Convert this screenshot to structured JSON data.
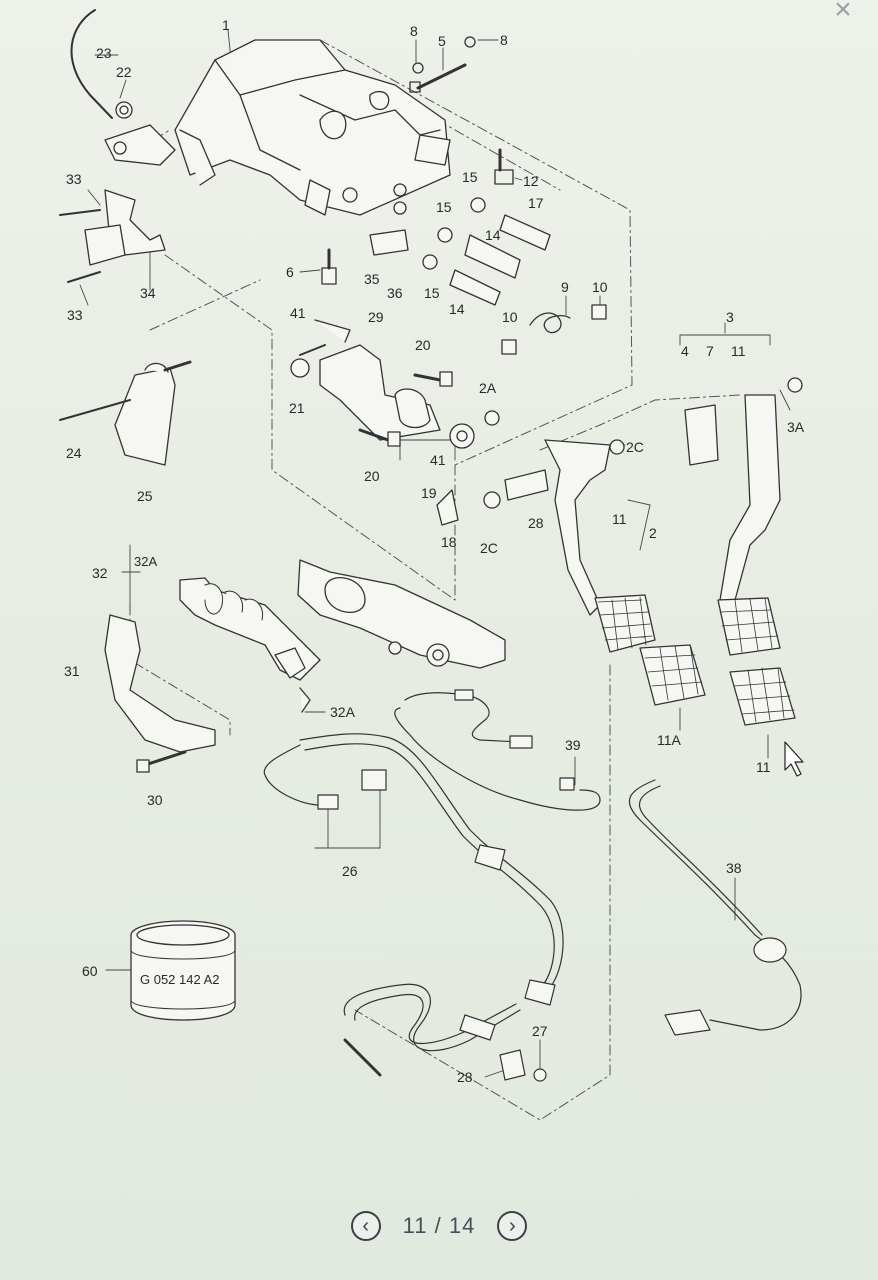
{
  "viewer": {
    "page_indicator": "11 / 14",
    "prev_icon": "chevron-left-icon",
    "next_icon": "chevron-right-icon",
    "close_icon": "close-icon"
  },
  "diagram": {
    "labels": [
      {
        "id": "1",
        "text": "1"
      },
      {
        "id": "5",
        "text": "5"
      },
      {
        "id": "8a",
        "text": "8"
      },
      {
        "id": "8b",
        "text": "8"
      },
      {
        "id": "23",
        "text": "23"
      },
      {
        "id": "22",
        "text": "22"
      },
      {
        "id": "12",
        "text": "12"
      },
      {
        "id": "15a",
        "text": "15"
      },
      {
        "id": "15b",
        "text": "15"
      },
      {
        "id": "17",
        "text": "17"
      },
      {
        "id": "14a",
        "text": "14"
      },
      {
        "id": "33a",
        "text": "33"
      },
      {
        "id": "6",
        "text": "6"
      },
      {
        "id": "35",
        "text": "35"
      },
      {
        "id": "36",
        "text": "36"
      },
      {
        "id": "15c",
        "text": "15"
      },
      {
        "id": "14b",
        "text": "14"
      },
      {
        "id": "34",
        "text": "34"
      },
      {
        "id": "33b",
        "text": "33"
      },
      {
        "id": "9",
        "text": "9"
      },
      {
        "id": "10a",
        "text": "10"
      },
      {
        "id": "41a",
        "text": "41"
      },
      {
        "id": "29",
        "text": "29"
      },
      {
        "id": "10b",
        "text": "10"
      },
      {
        "id": "3",
        "text": "3"
      },
      {
        "id": "4",
        "text": "4"
      },
      {
        "id": "7",
        "text": "7"
      },
      {
        "id": "11a",
        "text": "11"
      },
      {
        "id": "20a",
        "text": "20"
      },
      {
        "id": "21",
        "text": "21"
      },
      {
        "id": "2A",
        "text": "2A"
      },
      {
        "id": "3A",
        "text": "3A"
      },
      {
        "id": "24",
        "text": "24"
      },
      {
        "id": "2C",
        "text": "2C"
      },
      {
        "id": "41b",
        "text": "41"
      },
      {
        "id": "20b",
        "text": "20"
      },
      {
        "id": "19",
        "text": "19"
      },
      {
        "id": "25",
        "text": "25"
      },
      {
        "id": "11b",
        "text": "11"
      },
      {
        "id": "2",
        "text": "2"
      },
      {
        "id": "28a",
        "text": "28"
      },
      {
        "id": "18",
        "text": "18"
      },
      {
        "id": "2Cb",
        "text": "2C"
      },
      {
        "id": "32",
        "text": "32"
      },
      {
        "id": "32A",
        "text": "32A"
      },
      {
        "id": "31",
        "text": "31"
      },
      {
        "id": "32Ab",
        "text": "32A"
      },
      {
        "id": "11A",
        "text": "11A"
      },
      {
        "id": "39",
        "text": "39"
      },
      {
        "id": "11c",
        "text": "11"
      },
      {
        "id": "30",
        "text": "30"
      },
      {
        "id": "26",
        "text": "26"
      },
      {
        "id": "38",
        "text": "38"
      },
      {
        "id": "60",
        "text": "60"
      },
      {
        "id": "27",
        "text": "27"
      },
      {
        "id": "28b",
        "text": "28"
      }
    ],
    "container_marking": "G 052 142 A2"
  }
}
